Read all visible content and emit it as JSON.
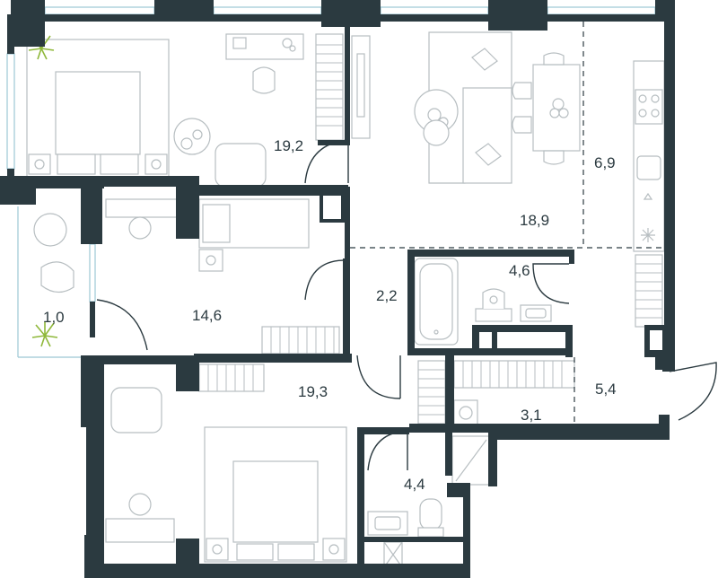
{
  "rooms": [
    {
      "id": "bedroom-1",
      "area": "19,2"
    },
    {
      "id": "living-room",
      "area": "18,9"
    },
    {
      "id": "kitchen",
      "area": "6,9"
    },
    {
      "id": "bathroom-1",
      "area": "4,6"
    },
    {
      "id": "corridor",
      "area": "2,2"
    },
    {
      "id": "bedroom-2",
      "area": "14,6"
    },
    {
      "id": "balcony",
      "area": "1,0"
    },
    {
      "id": "bedroom-3",
      "area": "19,3"
    },
    {
      "id": "wardrobe",
      "area": "3,1"
    },
    {
      "id": "hall",
      "area": "5,4"
    },
    {
      "id": "bathroom-2",
      "area": "4,4"
    }
  ],
  "colors": {
    "wall": "#2b3a40",
    "furniture": "#b7bec1",
    "window": "#9cc7d4",
    "plant": "#8fb83a"
  }
}
